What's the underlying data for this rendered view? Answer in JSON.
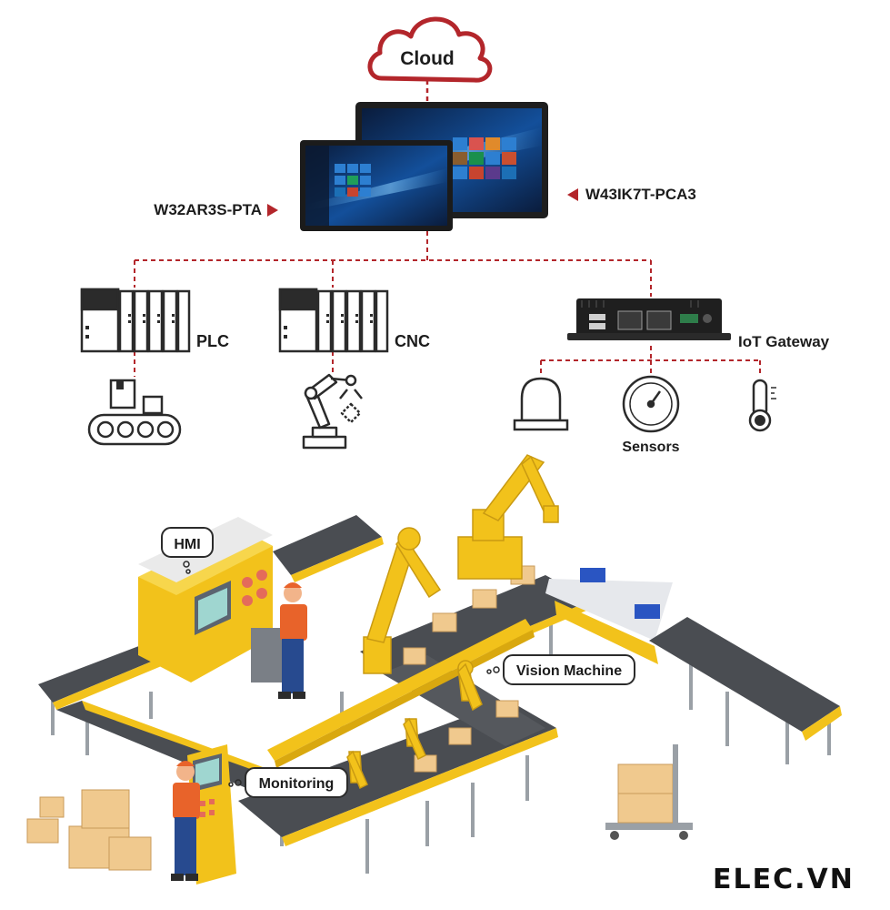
{
  "cloud": {
    "label": "Cloud"
  },
  "devices": {
    "panel_small": {
      "label": "W32AR3S-PTA"
    },
    "panel_large": {
      "label": "W43IK7T-PCA3"
    }
  },
  "controllers": {
    "plc": {
      "label": "PLC"
    },
    "cnc": {
      "label": "CNC"
    },
    "gateway": {
      "label": "IoT Gateway"
    }
  },
  "sensors": {
    "label": "Sensors"
  },
  "factory": {
    "hmi": {
      "label": "HMI"
    },
    "vision": {
      "label": "Vision Machine"
    },
    "monitoring": {
      "label": "Monitoring"
    }
  },
  "watermark": {
    "text": "ELEC.VN"
  },
  "colors": {
    "accent_red": "#b3262b",
    "machine_yellow": "#f2c21b",
    "conveyor_gray": "#4a4d52",
    "box_tan": "#f0c98e",
    "icon_dark": "#2b2b2b"
  }
}
